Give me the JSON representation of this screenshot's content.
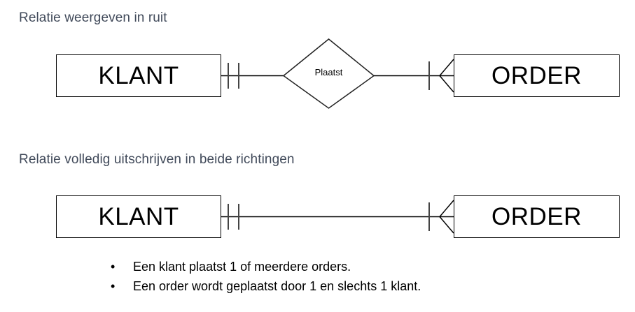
{
  "page": {
    "background": "#ffffff",
    "heading_color": "#414a5a",
    "stroke_color": "#000000"
  },
  "sections": [
    {
      "id": "section-diamond",
      "heading": "Relatie weergeven in ruit"
    },
    {
      "id": "section-verbal",
      "heading": "Relatie volledig uitschrijven in beide richtingen"
    }
  ],
  "diagram_one": {
    "left_entity": "KLANT",
    "right_entity": "ORDER",
    "relationship": "Plaatst",
    "left_cardinality": "one-and-only-one",
    "right_cardinality": "one-or-many"
  },
  "diagram_two": {
    "left_entity": "KLANT",
    "right_entity": "ORDER",
    "left_cardinality": "one-and-only-one",
    "right_cardinality": "one-or-many"
  },
  "bullets": [
    {
      "marker": "•",
      "text": "Een klant plaatst 1 of meerdere orders."
    },
    {
      "marker": "•",
      "text": "Een order wordt geplaatst door 1 en slechts 1 klant."
    }
  ]
}
